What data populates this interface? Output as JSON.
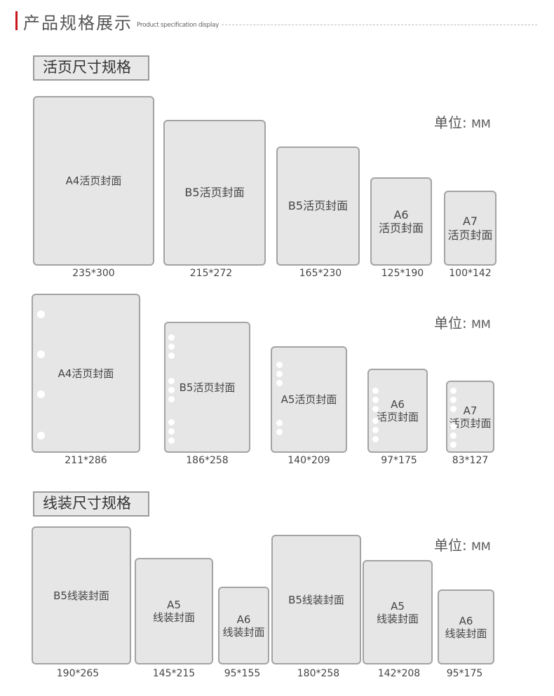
{
  "header": {
    "title": "产品规格展示",
    "subtitle": "Product specification display"
  },
  "unit": {
    "label": "单位:",
    "value": "MM"
  },
  "sections": {
    "loose_leaf": {
      "title": "活页尺寸规格"
    },
    "thread_bound": {
      "title": "线装尺寸规格"
    }
  },
  "loose_leaf_row1": [
    {
      "lines": [
        "A4活页封面"
      ],
      "size": "235*300"
    },
    {
      "lines": [
        "B5活页封面"
      ],
      "size": "215*272"
    },
    {
      "lines": [
        "B5活页封面"
      ],
      "size": "165*230"
    },
    {
      "lines": [
        "A6",
        "活页封面"
      ],
      "size": "125*190"
    },
    {
      "lines": [
        "A7",
        "活页封面"
      ],
      "size": "100*142"
    }
  ],
  "loose_leaf_row2": [
    {
      "lines": [
        "A4活页封面"
      ],
      "size": "211*286"
    },
    {
      "lines": [
        "B5活页封面"
      ],
      "size": "186*258"
    },
    {
      "lines": [
        "A5活页封面"
      ],
      "size": "140*209"
    },
    {
      "lines": [
        "A6",
        "活页封面"
      ],
      "size": "97*175"
    },
    {
      "lines": [
        "A7",
        "活页封面"
      ],
      "size": "83*127"
    }
  ],
  "thread_bound_row": [
    {
      "lines": [
        "B5线装封面"
      ],
      "size": "190*265"
    },
    {
      "lines": [
        "A5",
        "线装封面"
      ],
      "size": "145*215"
    },
    {
      "lines": [
        "A6",
        "线装封面"
      ],
      "size": "95*155"
    },
    {
      "lines": [
        "B5线装封面"
      ],
      "size": "180*258"
    },
    {
      "lines": [
        "A5",
        "线装封面"
      ],
      "size": "142*208"
    },
    {
      "lines": [
        "A6",
        "线装封面"
      ],
      "size": "95*175"
    }
  ]
}
